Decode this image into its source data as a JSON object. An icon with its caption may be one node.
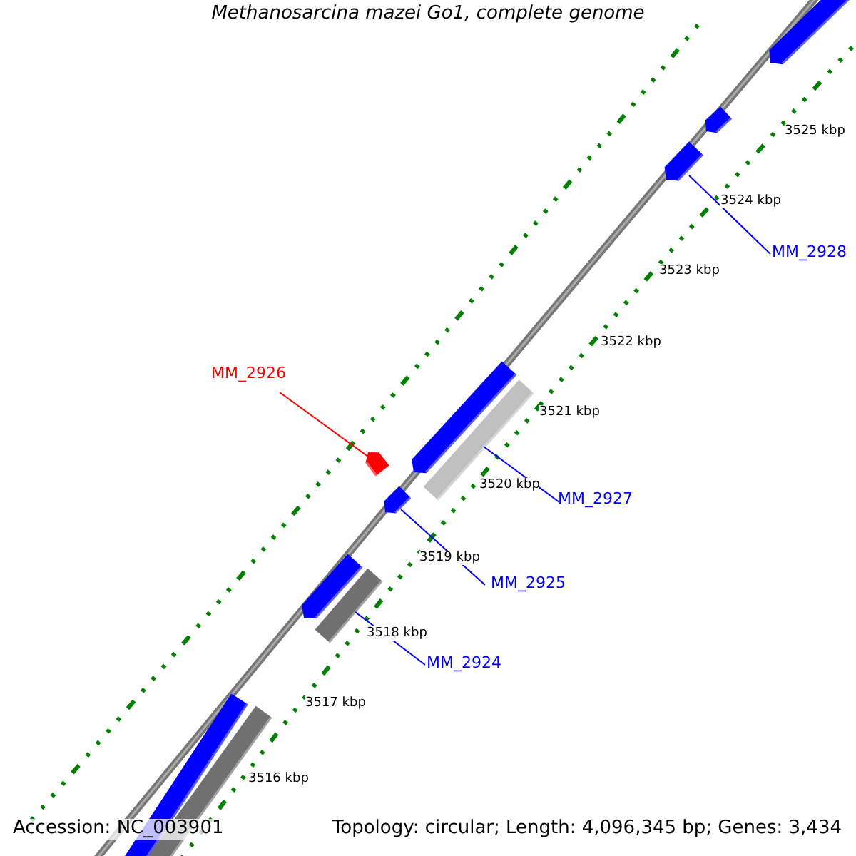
{
  "diagram": {
    "title": "Methanosarcina mazei Go1, complete genome",
    "nodes": [
      {
        "text": [
          "MM_2928"
        ]
      },
      {
        "text": [
          "MM_2926"
        ]
      },
      {
        "text": [
          "MM_2927"
        ]
      },
      {
        "text": [
          "MM_2925"
        ]
      },
      {
        "text": [
          "MM_2924"
        ]
      },
      {
        "text": [],
        "shape": "arrow"
      },
      {
        "text": [],
        "shape": "arrow"
      },
      {
        "text": [],
        "shape": "arrow"
      },
      {
        "text": [],
        "shape": "arrow"
      },
      {
        "text": [],
        "shape": "bar"
      },
      {
        "text": [],
        "shape": "arrow"
      },
      {
        "text": [],
        "shape": "arrow"
      },
      {
        "text": [],
        "shape": "arrow"
      },
      {
        "text": [],
        "shape": "bar"
      },
      {
        "text": [],
        "shape": "bar"
      },
      {
        "text": [],
        "shape": "bar"
      }
    ],
    "edges": [
      {
        "from": 0,
        "to": 7,
        "arrow": "none"
      },
      {
        "from": 1,
        "to": 10,
        "arrow": "none",
        "color": "#ff0000"
      },
      {
        "from": 2,
        "to": 9,
        "arrow": "none"
      },
      {
        "from": 3,
        "to": 11,
        "arrow": "none"
      },
      {
        "from": 4,
        "to": 13,
        "arrow": "none"
      }
    ],
    "labels": [
      "3525 kbp",
      "3524 kbp",
      "3523 kbp",
      "3522 kbp",
      "3521 kbp",
      "3520 kbp",
      "3519 kbp",
      "3518 kbp",
      "3517 kbp",
      "3516 kbp",
      "Accession: NC_003901",
      "Topology: circular; Length: 4,096,345 bp; Genes: 3,434"
    ]
  }
}
